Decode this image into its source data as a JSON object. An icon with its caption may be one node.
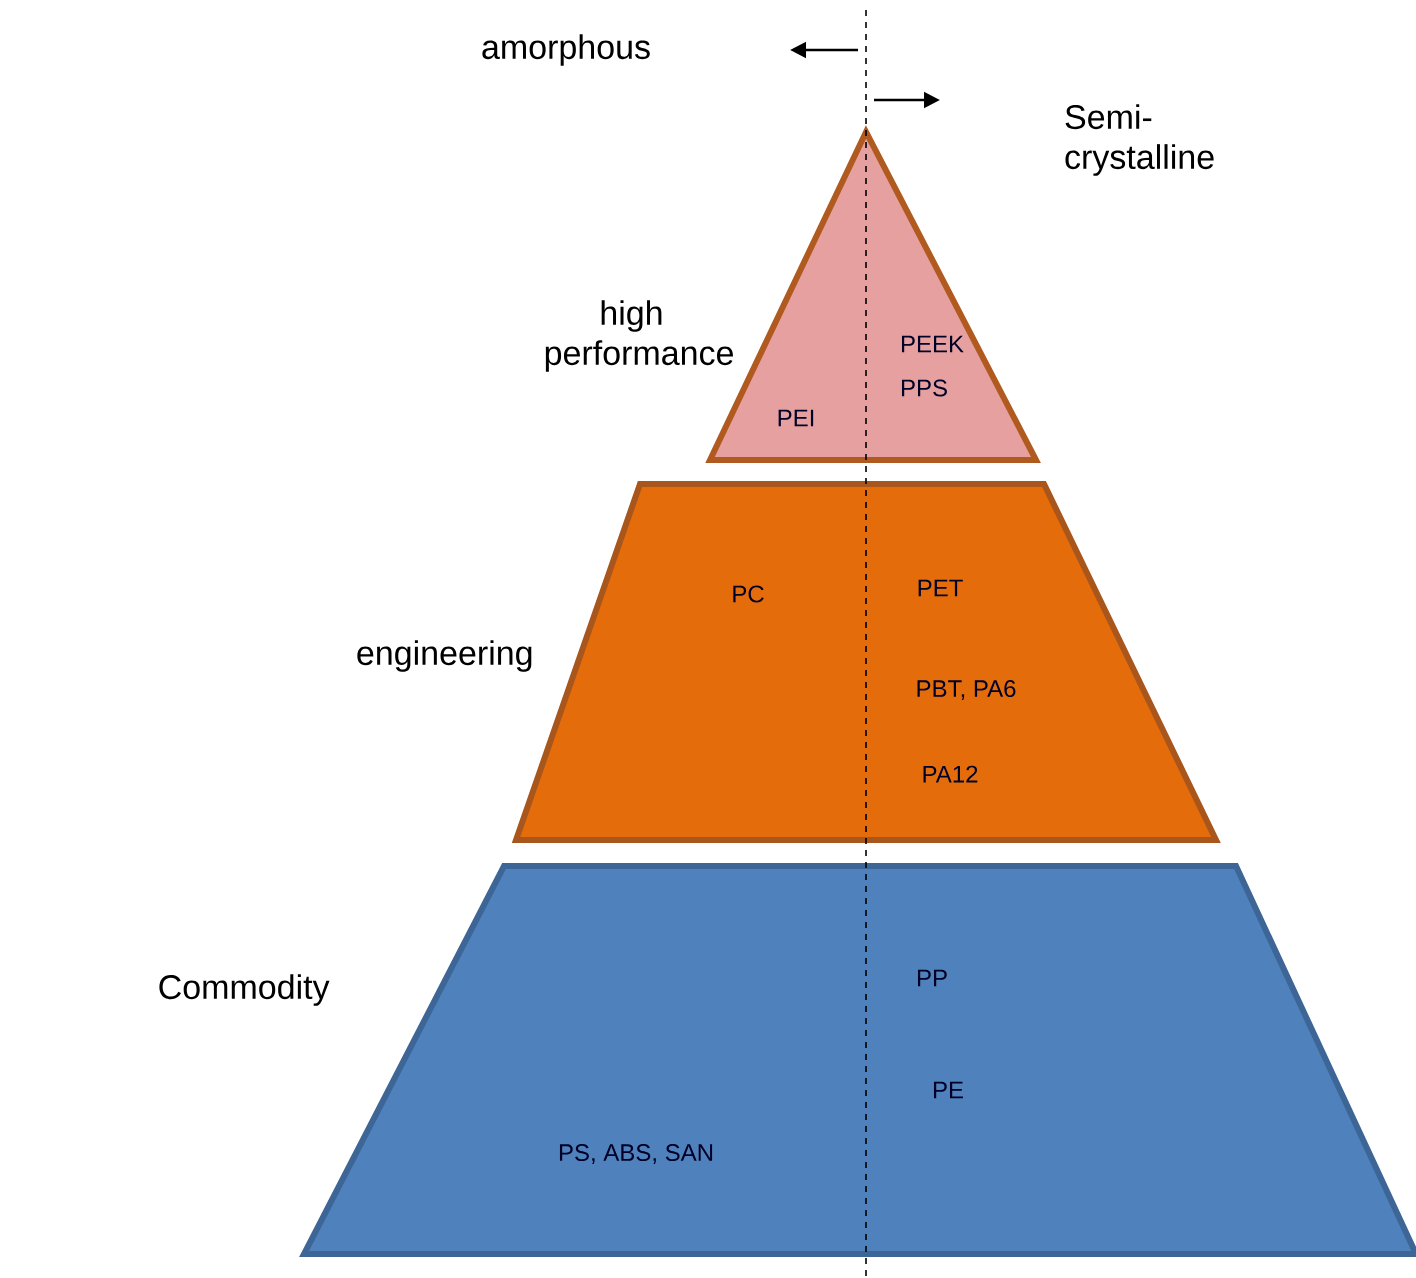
{
  "diagram": {
    "nodes": [
      {
        "text": [
          "PEI",
          "PEEK",
          "PPS"
        ],
        "beside": [
          "high performance"
        ]
      },
      {
        "text": [
          "PC",
          "PET",
          "PBT, PA6",
          "PA12"
        ],
        "beside": [
          "engineering"
        ]
      },
      {
        "text": [
          "PS, ABS, SAN",
          "PP",
          "PE"
        ],
        "beside": [
          "Commodity"
        ]
      }
    ],
    "labels": [
      "amorphous",
      "Semi-crystalline"
    ]
  }
}
